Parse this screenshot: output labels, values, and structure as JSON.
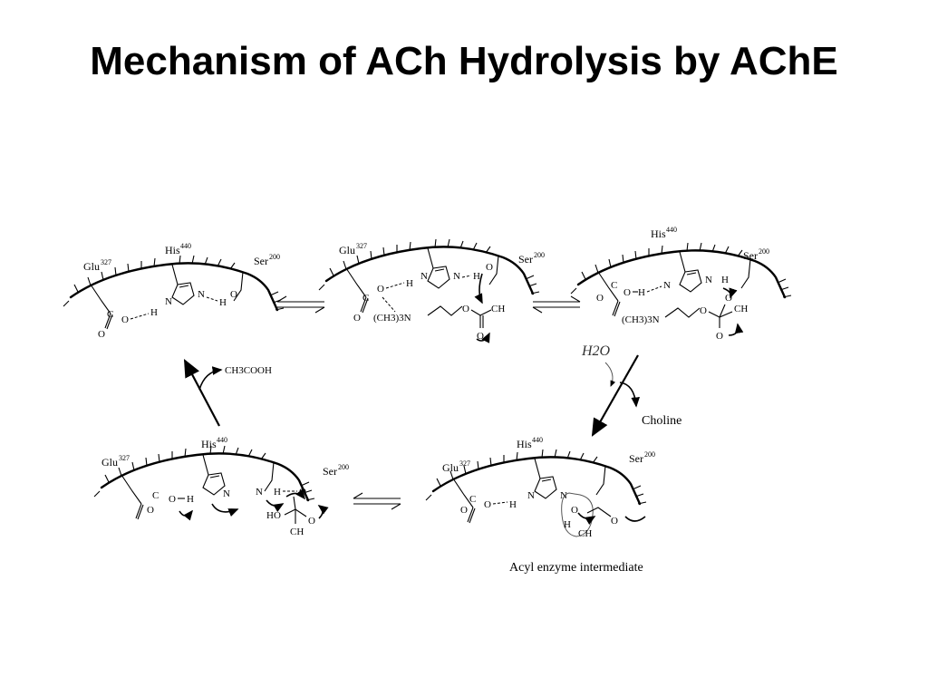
{
  "slide": {
    "title": "Mechanism of ACh Hydrolysis by AChE"
  },
  "residues": {
    "glu": "Glu",
    "glu_num": "327",
    "his": "His",
    "his_num": "440",
    "ser": "Ser",
    "ser_num": "200"
  },
  "atoms": {
    "c": "C",
    "o": "O",
    "o_minus": "O",
    "h": "H",
    "n": "N",
    "ho": "HO",
    "ch3": "CH",
    "sub3": "3"
  },
  "groups": {
    "trimethylammonium": "(CH3)3N",
    "acetic_acid": "CH3COOH"
  },
  "labels": {
    "water": "H2O",
    "choline": "Choline",
    "acyl_intermediate": "Acyl enzyme intermediate"
  }
}
